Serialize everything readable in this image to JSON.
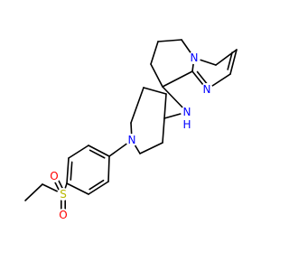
{
  "colors": {
    "bond": "#000000",
    "background": "#ffffff",
    "N": "#0000ff",
    "O": "#ff0000",
    "S": "#b8b800"
  },
  "atoms": {
    "n_imidazole_bridge": "N",
    "n_imidazole_ring": "N",
    "n_amine": "N",
    "h_amine": "H",
    "n_piperidine": "N",
    "s_sulfonyl": "S",
    "o_sulfonyl_top": "O",
    "o_sulfonyl_bottom": "O"
  }
}
